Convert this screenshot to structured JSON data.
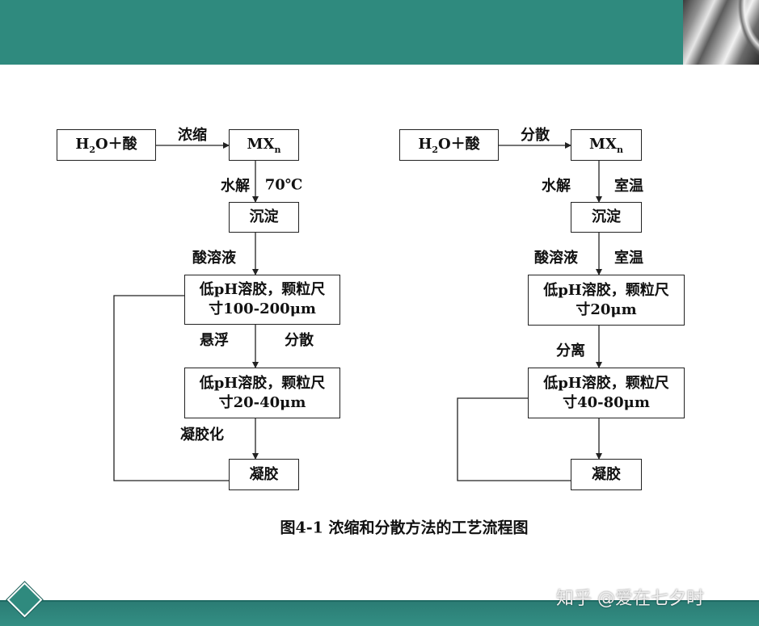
{
  "colors": {
    "banner": "#2f8a7e",
    "footer": "#338f84",
    "line": "#222222"
  },
  "left_flow": {
    "nodes": {
      "reactants": {
        "pre": "H",
        "sub": "2",
        "post": "O＋酸"
      },
      "mx": {
        "pre": "MX",
        "sub": "n"
      },
      "precipitate": "沉淀",
      "sol1": {
        "line1": "低pH溶胶，颗粒尺",
        "line2": "寸100-200μm"
      },
      "sol2": {
        "line1": "低pH溶胶，颗粒尺",
        "line2": "寸20-40μm"
      },
      "gel": "凝胶"
    },
    "edge_labels": {
      "concentrate": "浓缩",
      "hydrolysis": "水解",
      "temperature": "70℃",
      "acid_solution": "酸溶液",
      "suspend": "悬浮",
      "disperse": "分散",
      "gelation": "凝胶化"
    }
  },
  "right_flow": {
    "nodes": {
      "reactants": {
        "pre": "H",
        "sub": "2",
        "post": "O＋酸"
      },
      "mx": {
        "pre": "MX",
        "sub": "n"
      },
      "precipitate": "沉淀",
      "sol1": {
        "line1": "低pH溶胶，颗粒尺",
        "line2": "寸20μm"
      },
      "sol2": {
        "line1": "低pH溶胶，颗粒尺",
        "line2": "寸40-80μm"
      },
      "gel": "凝胶"
    },
    "edge_labels": {
      "disperse": "分散",
      "hydrolysis": "水解",
      "room_temp_1": "室温",
      "acid_solution": "酸溶液",
      "room_temp_2": "室温",
      "separate": "分离"
    }
  },
  "caption": "图4-1 浓缩和分散方法的工艺流程图",
  "watermark": "知乎 @爱在七夕时",
  "icons": {
    "footer": "diamond-icon",
    "banner": "metal-pipe-image"
  }
}
